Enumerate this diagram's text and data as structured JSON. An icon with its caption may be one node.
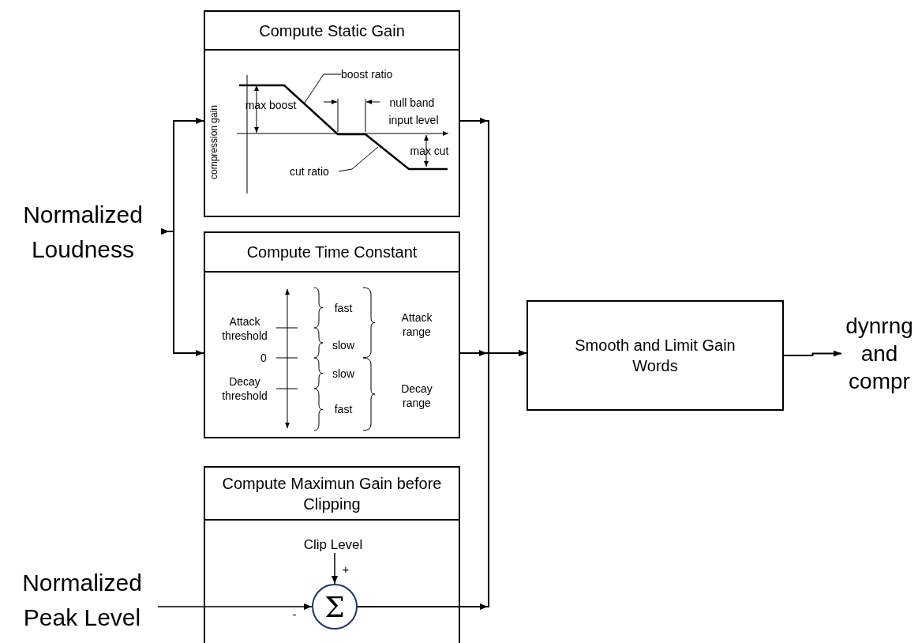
{
  "diagram": {
    "nodes": [
      {
        "text": [
          "Normalized Loudness"
        ]
      },
      {
        "text": [
          "Compute Static Gain"
        ]
      },
      {
        "text": [
          "boost ratio"
        ],
        "in": 1
      },
      {
        "text": [
          "cut ratio"
        ],
        "in": 1
      },
      {
        "text": [
          "Compute Time Constant"
        ]
      },
      {
        "text": [
          "Compute Maximun Gain before Clipping"
        ]
      },
      {
        "text": [
          "Clip Level"
        ],
        "in": 5
      },
      {
        "text": [
          "Σ"
        ],
        "in": 5
      },
      {
        "text": [
          "Normalized Peak Level"
        ]
      },
      {
        "text": [
          "Smooth and Limit Gain Words"
        ]
      },
      {
        "text": [
          "dynrng and compr"
        ]
      },
      {
        "text": [],
        "shape": "curve",
        "in": 1
      }
    ],
    "edges": [
      {
        "from": 0,
        "to": 1,
        "arrow": "to"
      },
      {
        "from": 0,
        "to": 4,
        "arrow": "to"
      },
      {
        "from": 2,
        "to": 11,
        "arrow": "none"
      },
      {
        "from": 3,
        "to": 11,
        "arrow": "none"
      },
      {
        "from": 6,
        "to": 7,
        "arrow": "to"
      },
      {
        "from": 8,
        "to": 7,
        "arrow": "to"
      },
      {
        "from": 1,
        "to": 9,
        "arrow": "to"
      },
      {
        "from": 4,
        "to": 9,
        "arrow": "to"
      },
      {
        "from": 7,
        "to": 9,
        "arrow": "to"
      },
      {
        "from": 9,
        "to": 10,
        "arrow": "to"
      }
    ],
    "labels": [
      "compression gain",
      "max boost",
      "null band",
      "input level",
      "max cut",
      "fast",
      "Attack threshold",
      "Attack range",
      "slow",
      "0",
      "slow",
      "Decay threshold",
      "Decay range",
      "fast",
      "+",
      "-"
    ]
  }
}
